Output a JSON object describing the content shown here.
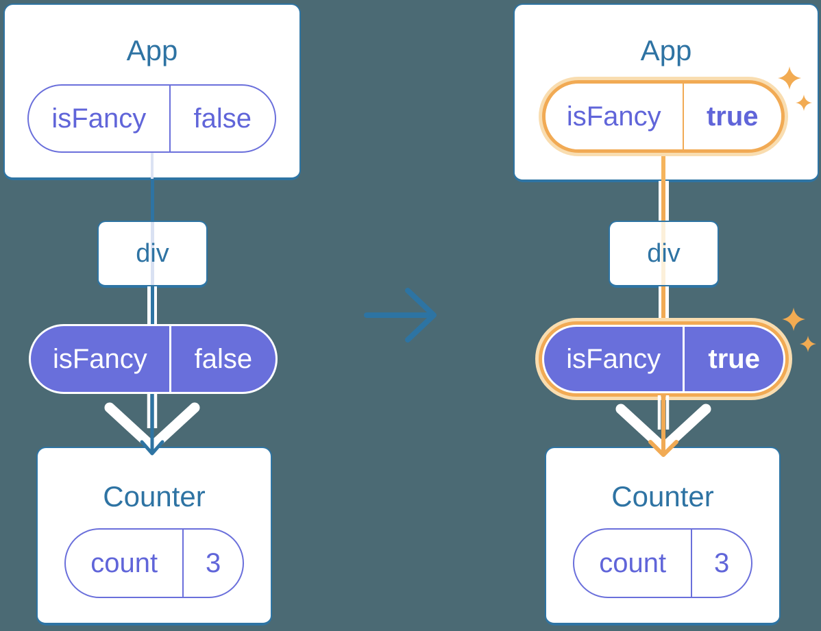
{
  "colors": {
    "background": "#4b6a74",
    "card_fill": "#ffffff",
    "stroke_blue": "#2e74a3",
    "title_text": "#2e73a3",
    "purple_fill": "#696fdb",
    "purple_text": "#6065d9",
    "highlight_orange": "#f1aa54",
    "highlight_glow": "#f9ddb0",
    "faint_line_blue": "#dbe2f3",
    "faint_line_orange": "#fcf0da"
  },
  "middle": {
    "icon": "arrow-right-icon"
  },
  "left_tree": {
    "app": {
      "title": "App",
      "state_pill": {
        "key": "isFancy",
        "value": "false"
      }
    },
    "div_node": {
      "label": "div"
    },
    "prop_pill": {
      "key": "isFancy",
      "value": "false"
    },
    "counter": {
      "title": "Counter",
      "state_pill": {
        "key": "count",
        "value": "3"
      }
    }
  },
  "right_tree": {
    "app": {
      "title": "App",
      "state_pill": {
        "key": "isFancy",
        "value": "true"
      },
      "sparkle_icon": "sparkle-icon"
    },
    "div_node": {
      "label": "div"
    },
    "prop_pill": {
      "key": "isFancy",
      "value": "true",
      "sparkle_icon": "sparkle-icon"
    },
    "counter": {
      "title": "Counter",
      "state_pill": {
        "key": "count",
        "value": "3"
      }
    }
  }
}
